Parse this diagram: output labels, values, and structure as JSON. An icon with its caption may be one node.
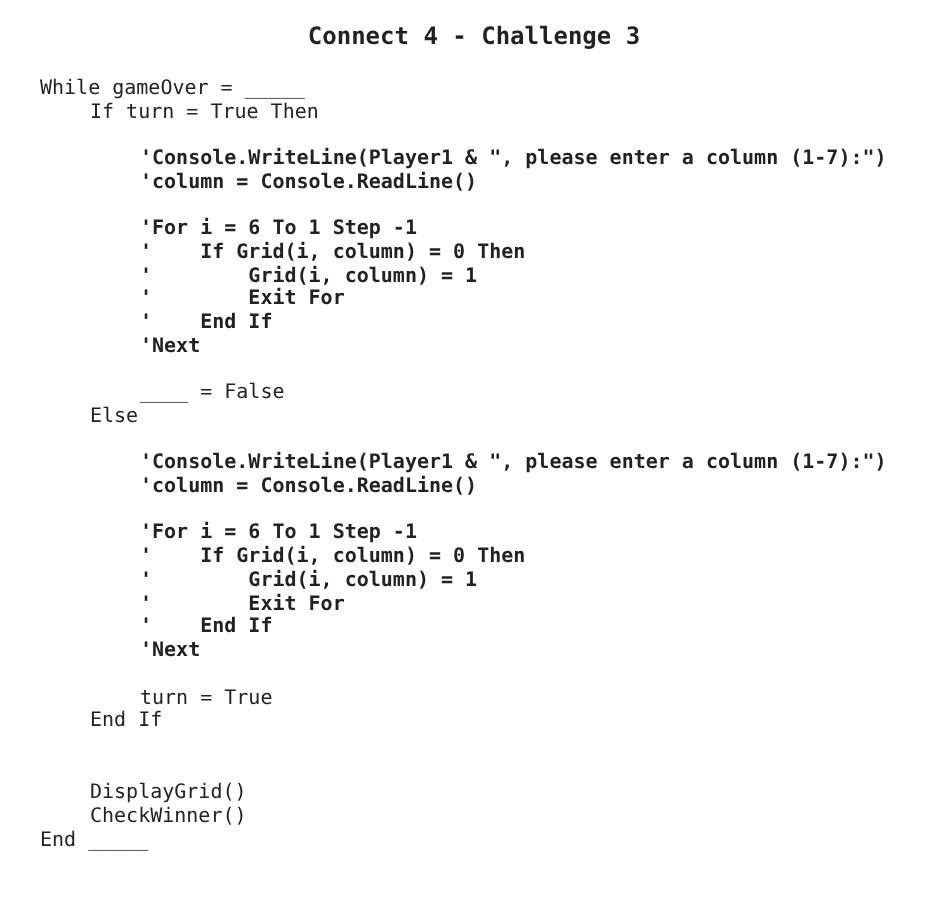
{
  "diagram": {
    "title": "Connect 4 - Challenge 3",
    "labels": [
      "While gameOver = _____",
      "If turn = True Then",
      "'Console.WriteLine(Player1 & \", please enter a column (1-7):\")",
      "'column = Console.ReadLine()",
      "'For i = 6 To 1 Step -1",
      "'    If Grid(i, column) = 0 Then",
      "'        Grid(i, column) = 1",
      "'        Exit For",
      "'    End If",
      "'Next",
      "____ = False",
      "Else",
      "'Console.WriteLine(Player1 & \", please enter a column (1-7):\")",
      "'column = Console.ReadLine()",
      "'For i = 6 To 1 Step -1",
      "'    If Grid(i, column) = 0 Then",
      "'        Grid(i, column) = 1",
      "'        Exit For",
      "'    End If",
      "'Next",
      "turn = True",
      "End If",
      "DisplayGrid()",
      "CheckWinner()",
      "End _____"
    ]
  }
}
